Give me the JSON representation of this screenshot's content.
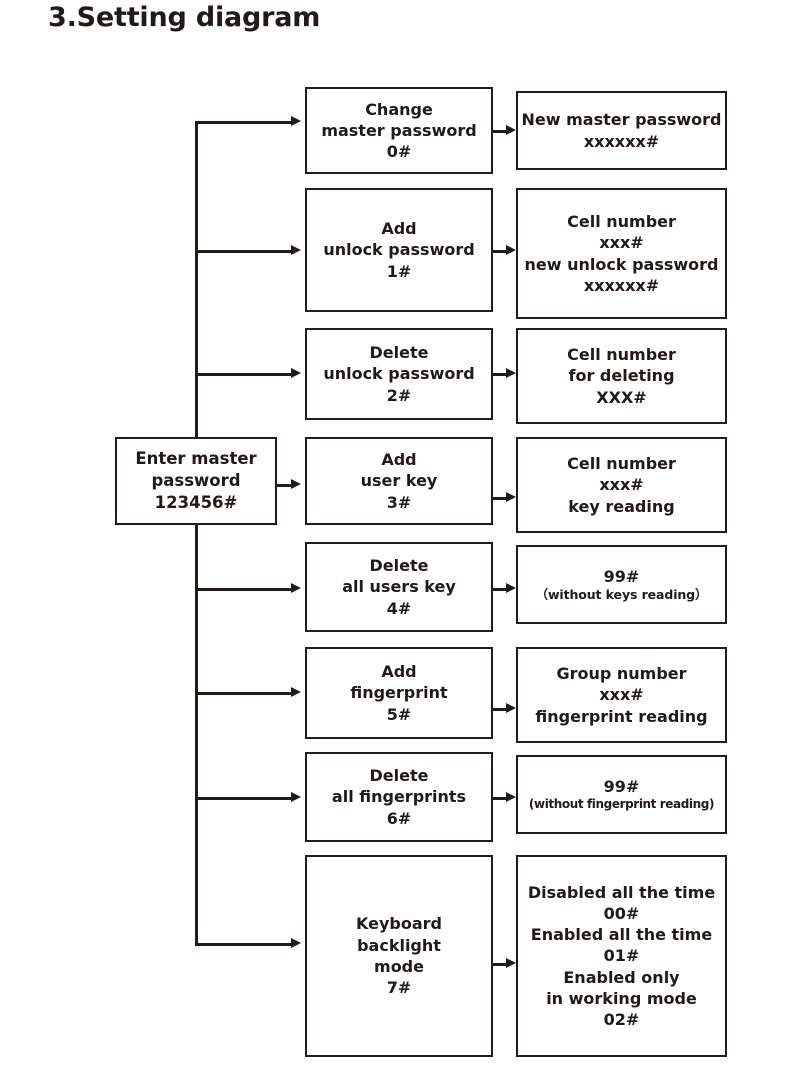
{
  "page": {
    "title": "3.Setting diagram"
  },
  "diagram": {
    "entry": {
      "lines": [
        "Enter master",
        "password",
        "123456#"
      ]
    },
    "rows": [
      {
        "command": {
          "lines": [
            "Change",
            "master password",
            "0#"
          ]
        },
        "detail": {
          "lines": [
            "New master password",
            "xxxxxx#"
          ]
        }
      },
      {
        "command": {
          "lines": [
            "Add",
            "unlock password",
            "1#"
          ]
        },
        "detail": {
          "lines": [
            "Cell number",
            "xxx#",
            "new unlock password",
            "xxxxxx#"
          ]
        }
      },
      {
        "command": {
          "lines": [
            "Delete",
            "unlock password",
            "2#"
          ]
        },
        "detail": {
          "lines": [
            "Cell number",
            "for deleting",
            "XXX#"
          ]
        }
      },
      {
        "command": {
          "lines": [
            "Add",
            "user key",
            "3#"
          ]
        },
        "detail": {
          "lines": [
            "Cell number",
            "xxx#",
            "key reading"
          ]
        }
      },
      {
        "command": {
          "lines": [
            "Delete",
            "all users key",
            "4#"
          ]
        },
        "detail": {
          "lines": [
            "99#",
            "（without keys reading）"
          ]
        }
      },
      {
        "command": {
          "lines": [
            "Add",
            "fingerprint",
            "5#"
          ]
        },
        "detail": {
          "lines": [
            "Group number",
            "xxx#",
            "fingerprint reading"
          ]
        }
      },
      {
        "command": {
          "lines": [
            "Delete",
            "all fingerprints",
            "6#"
          ]
        },
        "detail": {
          "lines": [
            "99#",
            "(without fingerprint reading)"
          ]
        }
      },
      {
        "command": {
          "lines": [
            "Keyboard",
            "backlight",
            "mode",
            "7#"
          ]
        },
        "detail": {
          "lines": [
            "Disabled all the time",
            "00#",
            "Enabled all the time",
            "01#",
            "Enabled only",
            "in working mode",
            "02#"
          ]
        }
      }
    ]
  },
  "colors": {
    "ink": "#231a16",
    "border": "#241b18",
    "background": "#ffffff"
  }
}
